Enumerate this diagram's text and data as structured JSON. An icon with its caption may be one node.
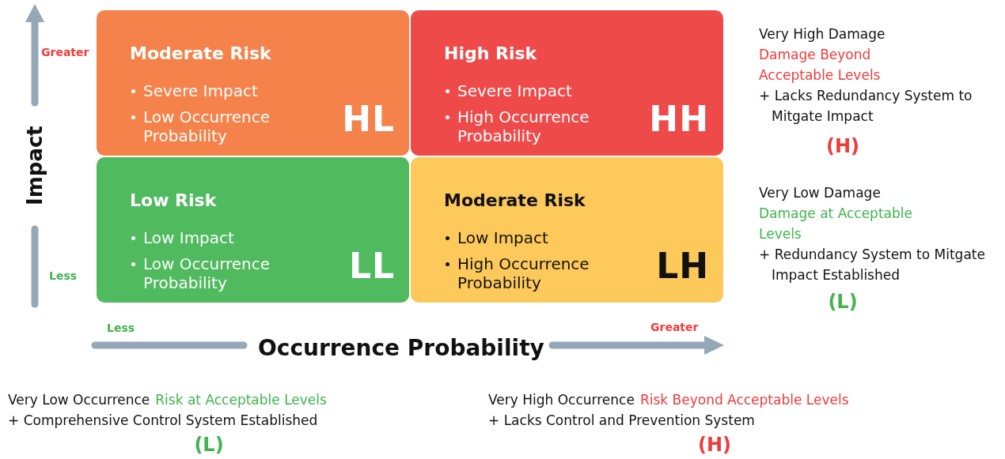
{
  "diagram": {
    "nodes": [
      {
        "text": [
          "Moderate Risk",
          "Severe Impact",
          "Low Occurrence Probability",
          "HL"
        ]
      },
      {
        "text": [
          "High Risk",
          "Severe Impact",
          "High Occurrence Probability",
          "HH"
        ]
      },
      {
        "text": [
          "Low Risk",
          "Low Impact",
          "Low Occurrence Probability",
          "LL"
        ]
      },
      {
        "text": [
          "Moderate Risk",
          "Low Impact",
          "High Occurrence Probability",
          "LH"
        ]
      }
    ],
    "labels": [
      "Greater",
      "Less",
      "Impact",
      "Less",
      "Greater",
      "Occurrence Probability",
      "Very High Damage",
      "Damage Beyond Acceptable Levels",
      "+ Lacks Redundancy System to Mitgate Impact",
      "(H)",
      "Very Low Damage",
      "Damage at Acceptable Levels",
      "+ Redundancy System to Mitgate Impact Established",
      "(L)",
      "Very Low Occurrence",
      "Risk at Acceptable Levels",
      "+ Comprehensive Control System Established",
      "(L)",
      "Very High Occurrence",
      "Risk Beyond Acceptable Levels",
      "+ Lacks Control and Prevention System",
      "(H)"
    ]
  }
}
